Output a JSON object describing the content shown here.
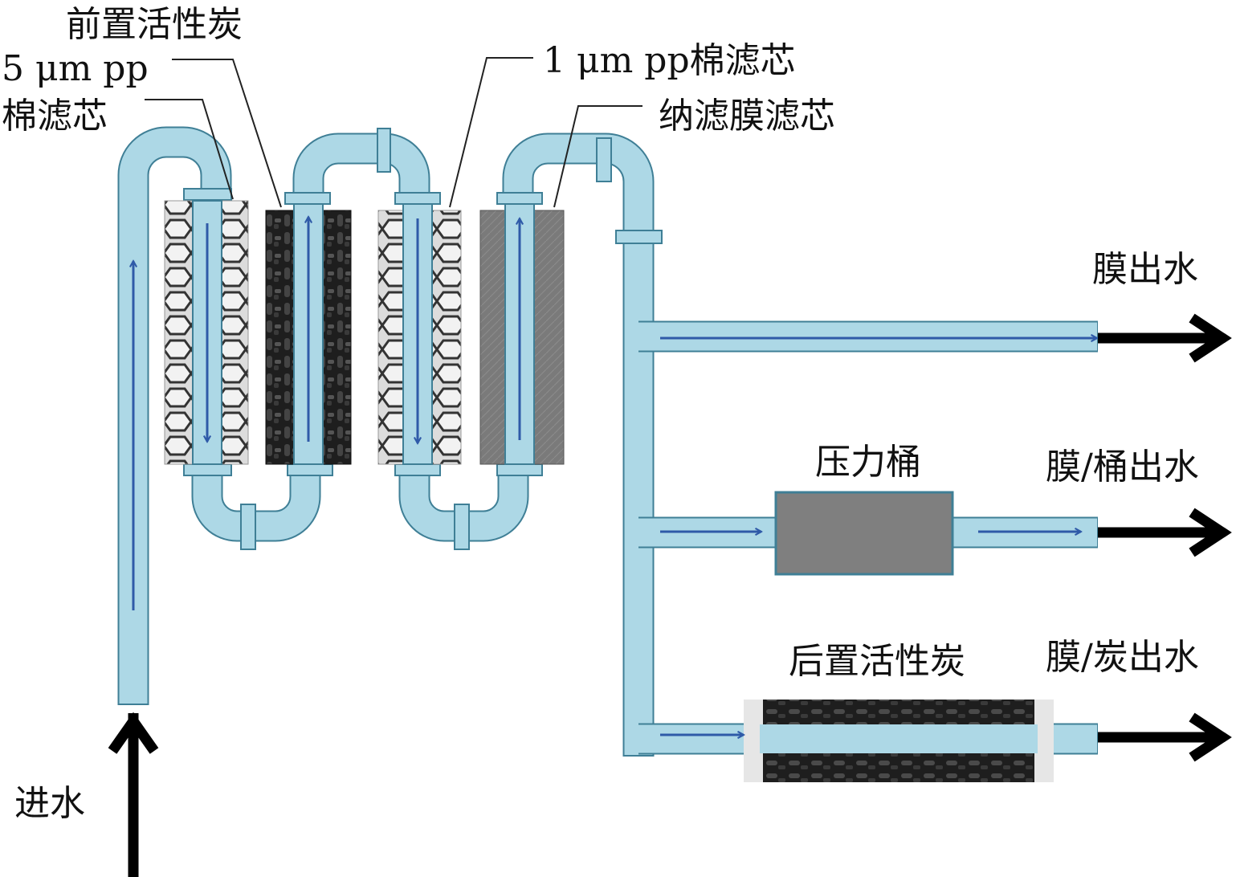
{
  "labels": {
    "pre_carbon": "前置活性炭",
    "pp5_line1": "5 μm pp",
    "pp5_line2": "棉滤芯",
    "pp1": "1 μm pp棉滤芯",
    "nf": "纳滤膜滤芯",
    "membrane_out": "膜出水",
    "pressure_tank": "压力桶",
    "membrane_tank_out": "膜/桶出水",
    "post_carbon": "后置活性炭",
    "membrane_carbon_out": "膜/炭出水",
    "inlet": "进水"
  },
  "colors": {
    "pipe_fill": "#add8e6",
    "pipe_edge": "#3f7f96",
    "flow_arrow": "#2f5aa8",
    "pp_mesh": "#d9d9d9",
    "carbon": "#2a2a2a",
    "nf_membrane": "#7a7a7a",
    "tank": "#7f7f7f"
  }
}
